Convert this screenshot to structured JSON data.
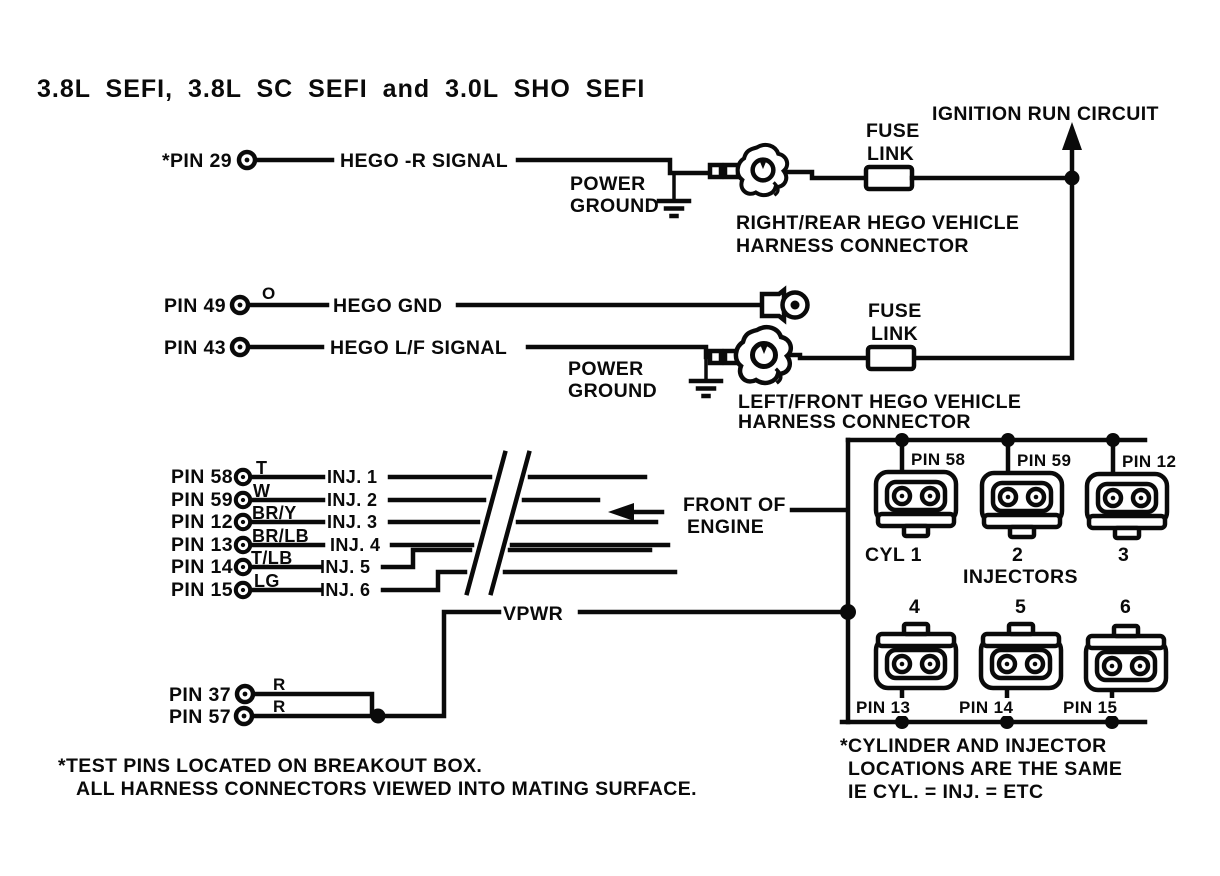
{
  "title": "3.8L SEFI, 3.8L SC SEFI and 3.0L SHO SEFI",
  "ink_color": "#0a0a0a",
  "paper_color": "#ffffff",
  "rear_hego_circuit": {
    "pin_label": "*PIN 29",
    "signal_label": "HEGO -R SIGNAL",
    "power_ground_line1": "POWER",
    "power_ground_line2": "GROUND",
    "connector_line1": "RIGHT/REAR HEGO VEHICLE",
    "connector_line2": "HARNESS CONNECTOR",
    "fuse_line1": "FUSE",
    "fuse_line2": "LINK",
    "ignition_label": "IGNITION RUN CIRCUIT"
  },
  "hego_ground_circuit": {
    "pin_label": "PIN 49",
    "wire_color": "O",
    "signal_label": "HEGO GND"
  },
  "front_hego_circuit": {
    "pin_label": "PIN 43",
    "signal_label": "HEGO L/F SIGNAL",
    "power_ground_line1": "POWER",
    "power_ground_line2": "GROUND",
    "connector_line1": "LEFT/FRONT HEGO VEHICLE",
    "connector_line2": "HARNESS CONNECTOR",
    "fuse_line1": "FUSE",
    "fuse_line2": "LINK"
  },
  "injector_circuits": [
    {
      "pin_label": "PIN 58",
      "wire_color": "T",
      "injector_label": "INJ. 1"
    },
    {
      "pin_label": "PIN 59",
      "wire_color": "W",
      "injector_label": "INJ. 2"
    },
    {
      "pin_label": "PIN 12",
      "wire_color": "BR/Y",
      "injector_label": "INJ. 3"
    },
    {
      "pin_label": "PIN 13",
      "wire_color": "BR/LB",
      "injector_label": "INJ. 4"
    },
    {
      "pin_label": "PIN 14",
      "wire_color": "T/LB",
      "injector_label": "INJ. 5"
    },
    {
      "pin_label": "PIN 15",
      "wire_color": "LG",
      "injector_label": "INJ. 6"
    }
  ],
  "front_of_engine_line1": "FRONT OF",
  "front_of_engine_line2": "ENGINE",
  "vpwr_circuit": {
    "label": "VPWR",
    "pin37_label": "PIN 37",
    "pin37_color": "R",
    "pin57_label": "PIN 57",
    "pin57_color": "R"
  },
  "injector_bank": {
    "group_label": "INJECTORS",
    "top": [
      {
        "pin_label": "PIN 58",
        "cyl_label": "CYL 1"
      },
      {
        "pin_label": "PIN 59",
        "cyl_label": "2"
      },
      {
        "pin_label": "PIN 12",
        "cyl_label": "3"
      }
    ],
    "bottom": [
      {
        "pin_label": "PIN 13",
        "cyl_label": "4"
      },
      {
        "pin_label": "PIN 14",
        "cyl_label": "5"
      },
      {
        "pin_label": "PIN 15",
        "cyl_label": "6"
      }
    ]
  },
  "notes": {
    "test_pins_line1": "*TEST PINS LOCATED ON BREAKOUT BOX.",
    "test_pins_line2": "ALL HARNESS CONNECTORS VIEWED INTO MATING SURFACE.",
    "cylinder_line1": "*CYLINDER AND INJECTOR",
    "cylinder_line2": "LOCATIONS ARE THE SAME",
    "cylinder_line3": "IE CYL. = INJ. = ETC"
  }
}
